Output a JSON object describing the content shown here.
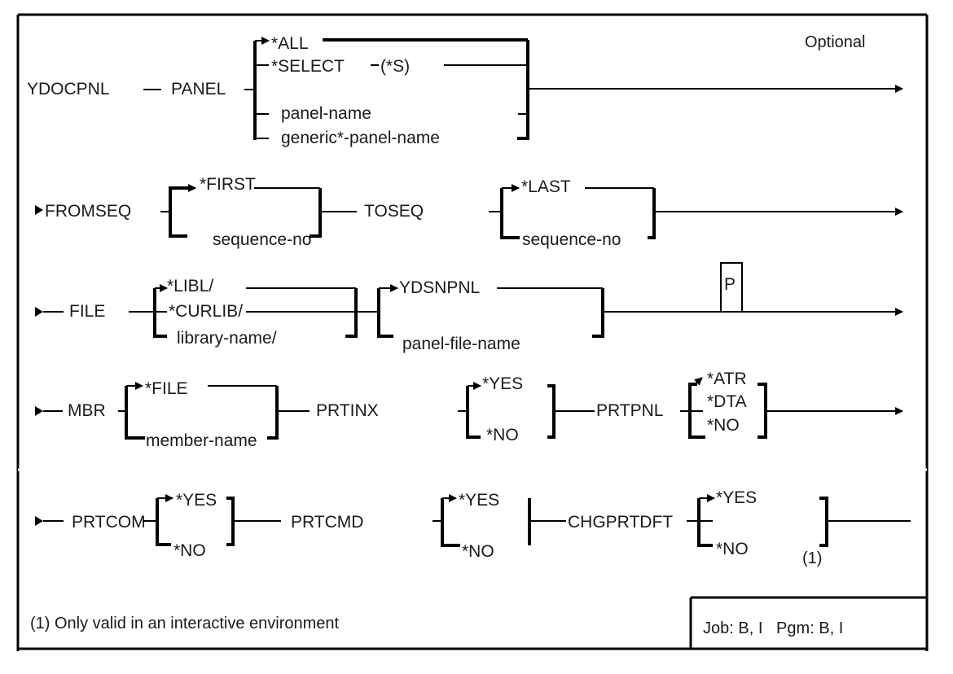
{
  "diagram": {
    "title": "YDOCPNL command syntax",
    "optional_label": "Optional",
    "command": "YDOCPNL",
    "rows": [
      {
        "keyword": "PANEL",
        "choices": [
          "*ALL",
          "*SELECT",
          "panel-name",
          "generic*-panel-name"
        ],
        "select_abbrev": "(*S)",
        "default": "*ALL"
      },
      {
        "params": [
          {
            "keyword": "FROMSEQ",
            "choices": [
              "*FIRST",
              "sequence-no"
            ],
            "default": "*FIRST"
          },
          {
            "keyword": "TOSEQ",
            "choices": [
              "*LAST",
              "sequence-no"
            ],
            "default": "*LAST"
          }
        ]
      },
      {
        "keyword": "FILE",
        "library_choices": [
          "*LIBL/",
          "*CURLIB/",
          "library-name/"
        ],
        "file_choices": [
          "YDSNPNL",
          "panel-file-name"
        ],
        "positional_marker": "P",
        "default_library": "*LIBL/",
        "default_file": "YDSNPNL"
      },
      {
        "params": [
          {
            "keyword": "MBR",
            "choices": [
              "*FILE",
              "member-name"
            ],
            "default": "*FILE"
          },
          {
            "keyword": "PRTINX",
            "choices": [
              "*YES",
              "*NO"
            ],
            "default": "*YES"
          },
          {
            "keyword": "PRTPNL",
            "choices": [
              "*ATR",
              "*DTA",
              "*NO"
            ],
            "default": "*ATR"
          }
        ]
      },
      {
        "params": [
          {
            "keyword": "PRTCOM",
            "choices": [
              "*YES",
              "*NO"
            ],
            "default": "*YES"
          },
          {
            "keyword": "PRTCMD",
            "choices": [
              "*YES",
              "*NO"
            ],
            "default": "*YES"
          },
          {
            "keyword": "CHGPRTDFT",
            "choices": [
              "*YES",
              "*NO"
            ],
            "default": "*YES"
          }
        ],
        "footnote_ref": "(1)"
      }
    ],
    "footnote": "(1) Only valid in an interactive environment",
    "environment": "Job: B, I   Pgm: B, I"
  }
}
